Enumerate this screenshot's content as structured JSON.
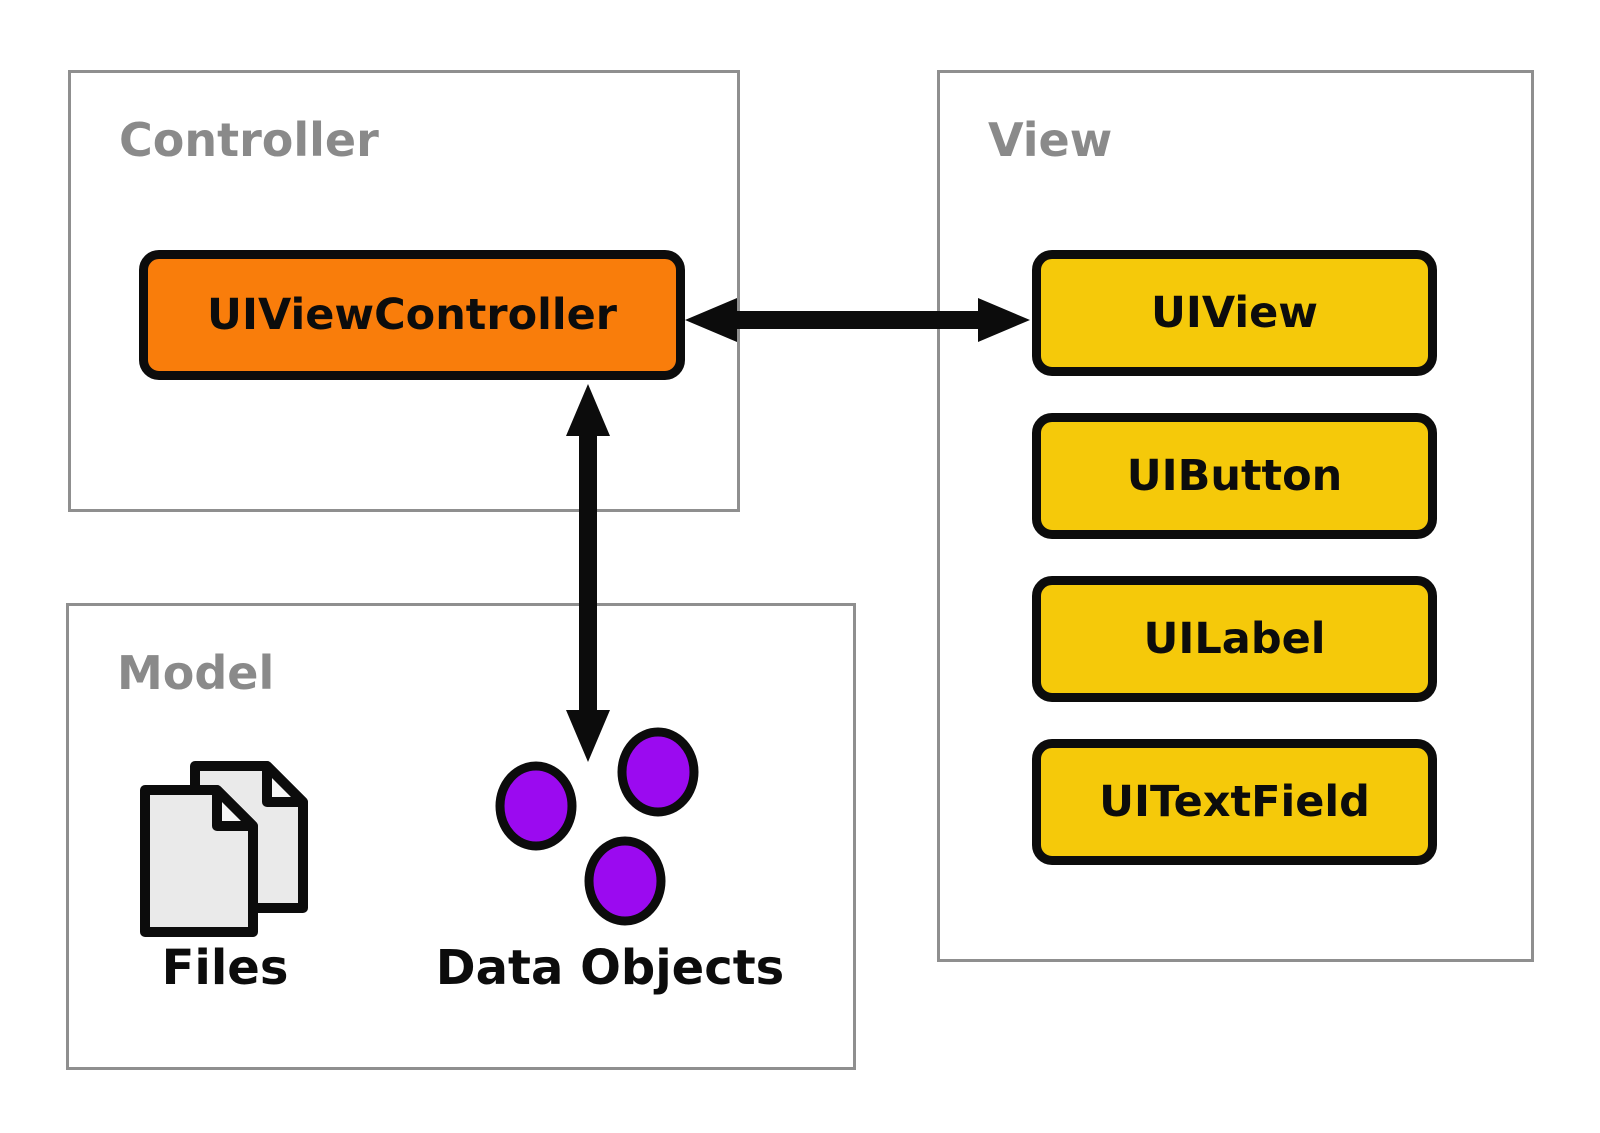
{
  "diagram": {
    "panels": {
      "controller": "Controller",
      "view": "View",
      "model": "Model"
    },
    "nodes": {
      "controller": "UIViewController",
      "view": [
        "UIView",
        "UIButton",
        "UILabel",
        "UITextField"
      ]
    },
    "model": {
      "files": "Files",
      "data_objects": "Data Objects"
    },
    "relations": [
      {
        "from": "UIViewController",
        "to": "UIView",
        "type": "bidirectional-arrow"
      },
      {
        "from": "UIViewController",
        "to": "Data Objects",
        "type": "bidirectional-arrow"
      }
    ],
    "colors": {
      "controller_node_fill": "#f97d0b",
      "view_node_fill": "#f5c90a",
      "data_object_fill": "#9b0af0",
      "file_fill": "#eaeaea",
      "node_border": "#0c0c0c",
      "panel_border": "#8f8f8f",
      "panel_label_text": "#8a8a8a",
      "arrow": "#0c0c0c",
      "background": "#ffffff"
    }
  }
}
